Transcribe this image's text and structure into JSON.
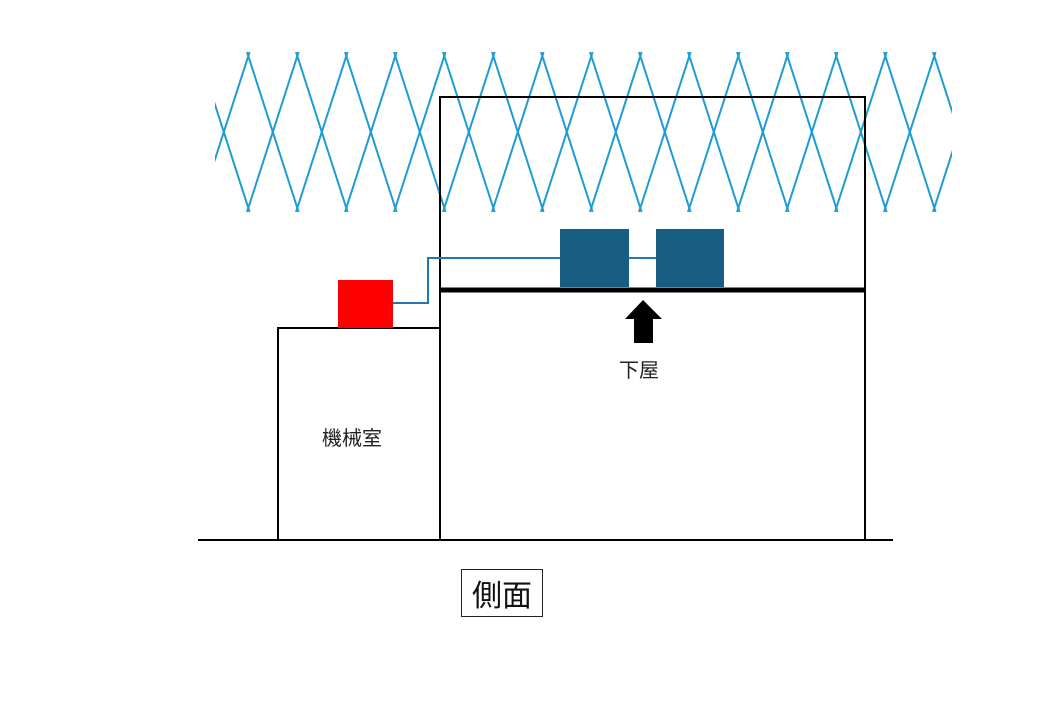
{
  "labels": {
    "machine_room": "機械室",
    "lean_to": "下屋",
    "view_title": "側面"
  },
  "colors": {
    "net": "#1e9bd2",
    "unit": "#175e82",
    "source": "#ff0000",
    "pipe": "#1f78b4"
  }
}
